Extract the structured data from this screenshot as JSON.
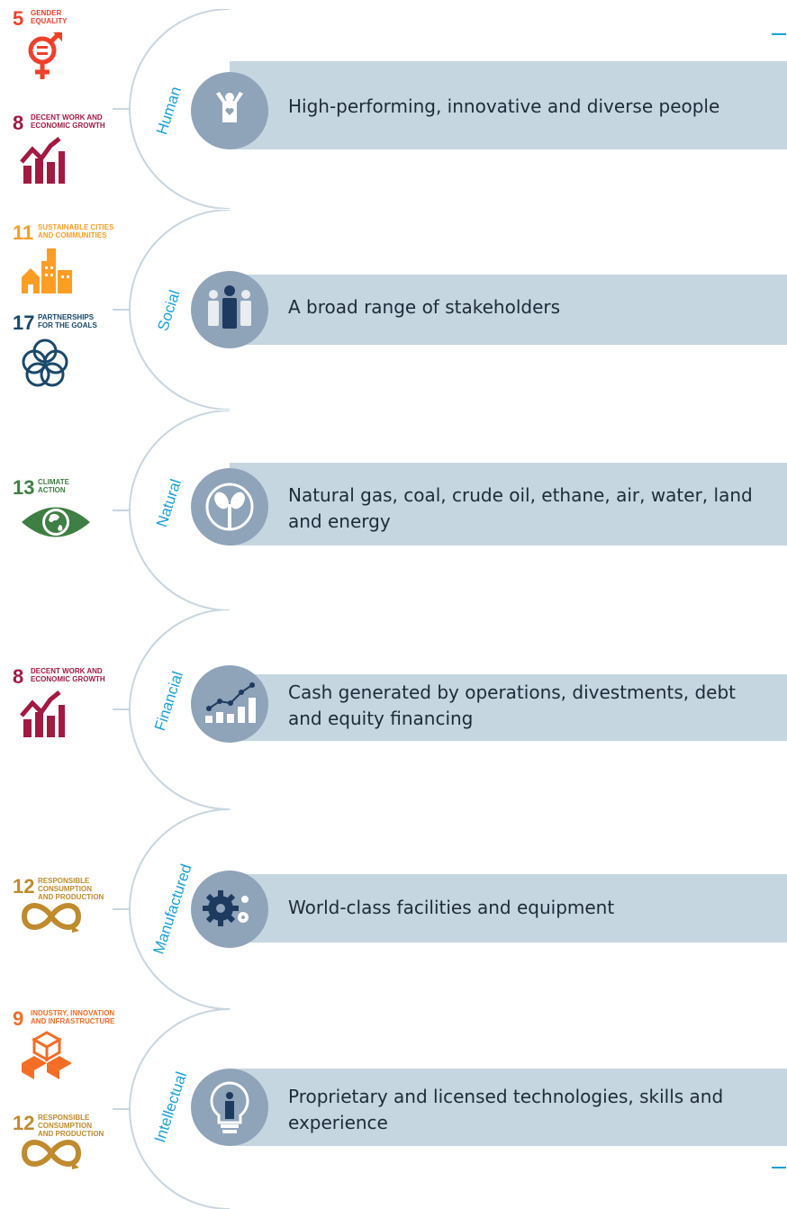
{
  "capitals": [
    {
      "label": "Human",
      "text": "High-performing, innovative and diverse people",
      "icon": "person-heart-icon",
      "goals": [
        {
          "number": "5",
          "title": "GENDER\nEQUALITY",
          "color": "#ef402b",
          "icon": "gender-equality-icon"
        },
        {
          "number": "8",
          "title": "DECENT WORK AND\nECONOMIC GROWTH",
          "color": "#a21942",
          "icon": "growth-chart-icon"
        }
      ]
    },
    {
      "label": "Social",
      "text": "A broad range of stakeholders",
      "icon": "people-group-icon",
      "goals": [
        {
          "number": "11",
          "title": "SUSTAINABLE CITIES\nAND COMMUNITIES",
          "color": "#fd9d24",
          "icon": "city-buildings-icon"
        },
        {
          "number": "17",
          "title": "PARTNERSHIPS\nFOR THE GOALS",
          "color": "#19486a",
          "icon": "partnership-rings-icon"
        }
      ]
    },
    {
      "label": "Natural",
      "text": "Natural gas, coal, crude oil, ethane, air, water, land and energy",
      "icon": "tree-icon",
      "goals": [
        {
          "number": "13",
          "title": "CLIMATE\nACTION",
          "color": "#3f7e44",
          "icon": "globe-eye-icon"
        }
      ]
    },
    {
      "label": "Financial",
      "text": "Cash generated by operations, divestments, debt and equity financing",
      "icon": "financial-chart-icon",
      "goals": [
        {
          "number": "8",
          "title": "DECENT WORK AND\nECONOMIC GROWTH",
          "color": "#a21942",
          "icon": "growth-chart-icon"
        }
      ]
    },
    {
      "label": "Manufactured",
      "text": "World-class facilities and equipment",
      "icon": "gears-icon",
      "goals": [
        {
          "number": "12",
          "title": "RESPONSIBLE\nCONSUMPTION\nAND PRODUCTION",
          "color": "#bf8b2e",
          "icon": "infinity-loop-icon"
        }
      ]
    },
    {
      "label": "Intellectual",
      "text": "Proprietary and licensed technologies, skills and experience",
      "icon": "lightbulb-person-icon",
      "goals": [
        {
          "number": "9",
          "title": "INDUSTRY, INNOVATION\nAND INFRASTRUCTURE",
          "color": "#f36d25",
          "icon": "cubes-icon"
        },
        {
          "number": "12",
          "title": "RESPONSIBLE\nCONSUMPTION\nAND PRODUCTION",
          "color": "#bf8b2e",
          "icon": "infinity-loop-icon"
        }
      ]
    }
  ],
  "colors": {
    "bar": "#c5d6e0",
    "circle": "#8fa3b9",
    "label": "#1aa0d8",
    "line": "#c8d6df"
  }
}
